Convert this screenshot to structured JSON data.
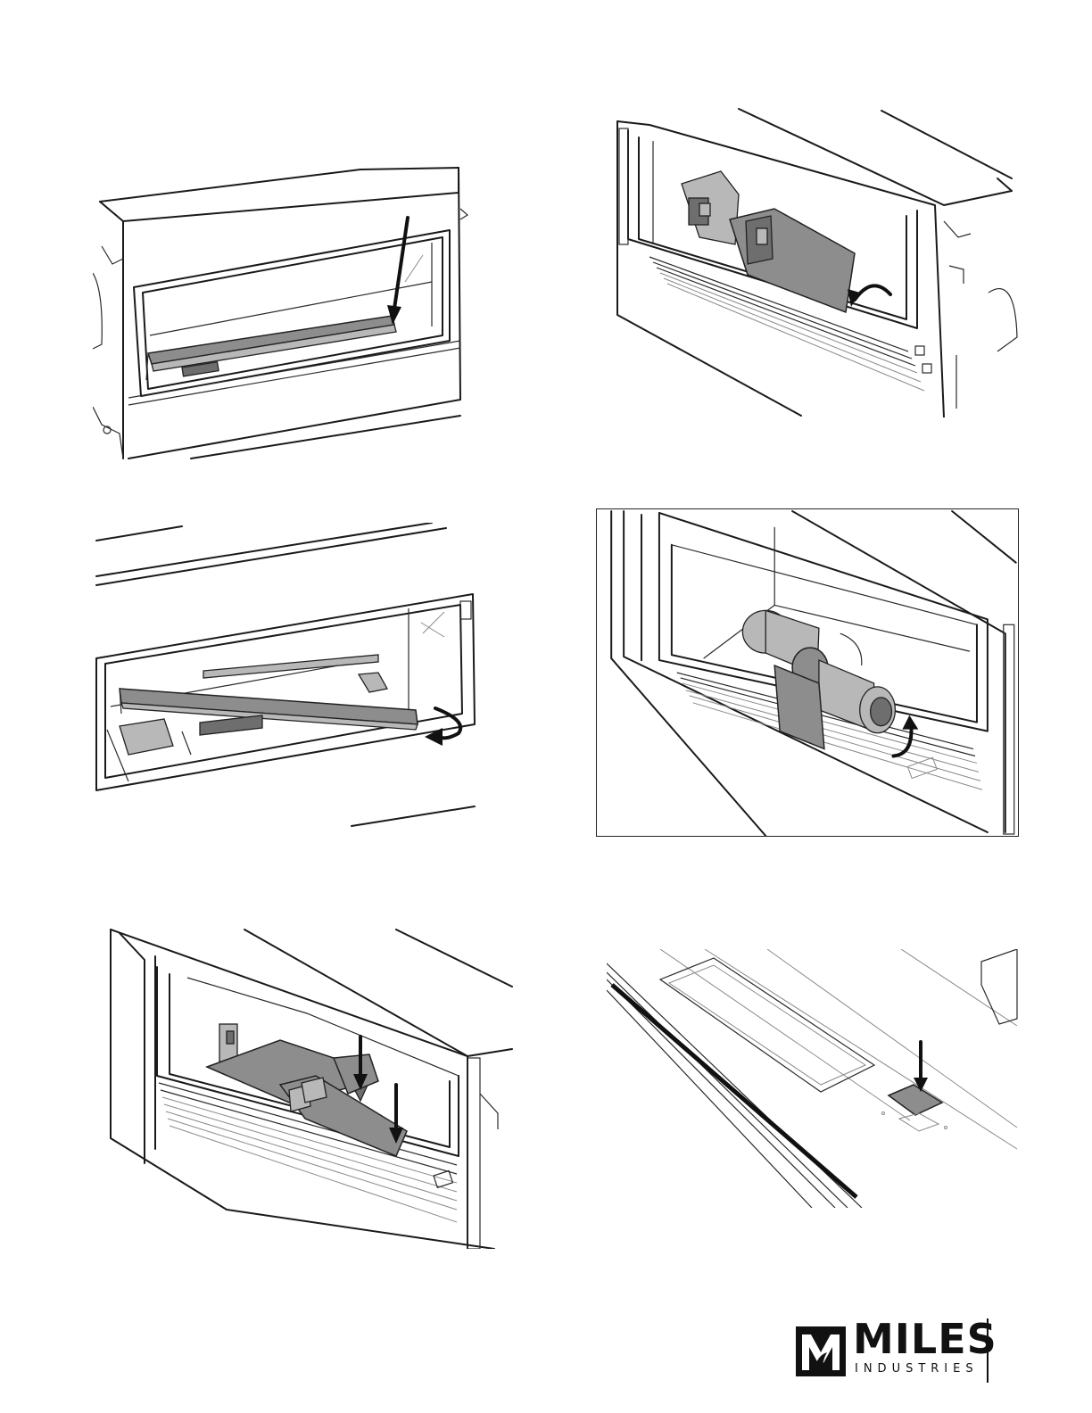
{
  "logo": {
    "name": "MILES",
    "subtitle": "INDUSTRIES",
    "colors": {
      "ink": "#111111",
      "part_fill": "#8d8d8d"
    }
  },
  "figures": [
    {
      "id": "fig-1",
      "description_icon": "fireplace-front-arrow-icon"
    },
    {
      "id": "fig-2",
      "description_icon": "fireplace-panel-open-icon"
    },
    {
      "id": "fig-3",
      "description_icon": "fireplace-tray-rotate-icon"
    },
    {
      "id": "fig-4",
      "description_icon": "fireplace-blower-icon"
    },
    {
      "id": "fig-5",
      "description_icon": "fireplace-brackets-icon"
    },
    {
      "id": "fig-6",
      "description_icon": "fireplace-top-cover-icon"
    }
  ]
}
